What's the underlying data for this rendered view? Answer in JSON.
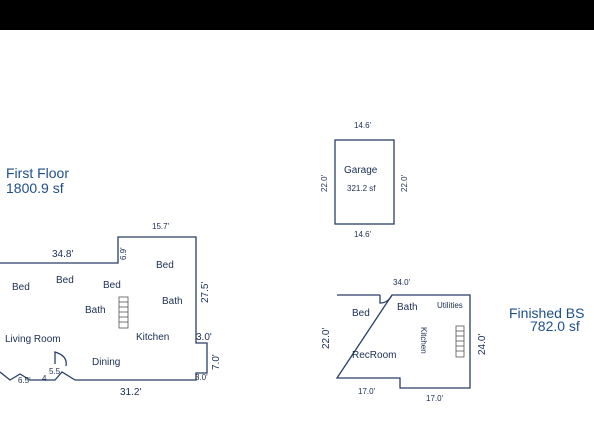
{
  "colors": {
    "background": "#ffffff",
    "topbar": "#000000",
    "wall": "#2a3f66",
    "text": "#1a2e52",
    "title": "#1e4f8c"
  },
  "first_floor": {
    "title": "First Floor",
    "area": "1800.9 sf",
    "rooms": {
      "bed1": "Bed",
      "bed2": "Bed",
      "bed3": "Bed",
      "bed4": "Bed",
      "bath1": "Bath",
      "bath2": "Bath",
      "kitchen": "Kitchen",
      "living": "Living Room",
      "dining": "Dining"
    },
    "dims": {
      "top_left": "34.8'",
      "notch": "6.9'",
      "top_right": "15.7'",
      "right": "27.5'",
      "step_a": "3.0'",
      "step_b": "7.0'",
      "step_c": "3.0'",
      "bottom": "31.2'",
      "bay_a": "6.5'",
      "bay_b": "4",
      "bay_c": "5.5"
    }
  },
  "garage": {
    "name": "Garage",
    "area": "321.2 sf",
    "dims": {
      "top": "14.6'",
      "bottom": "14.6'",
      "left": "22.0'",
      "right": "22.0'"
    }
  },
  "basement": {
    "title": "Finished BS",
    "area": "782.0 sf",
    "rooms": {
      "bed": "Bed",
      "bath": "Bath",
      "utilities": "Utilities",
      "kitchen": "Kitchen",
      "recroom": "RecRoom"
    },
    "dims": {
      "top": "34.0'",
      "left": "22.0'",
      "right": "24.0'",
      "bottom_left": "17.0'",
      "bottom_right": "17.0'"
    }
  }
}
